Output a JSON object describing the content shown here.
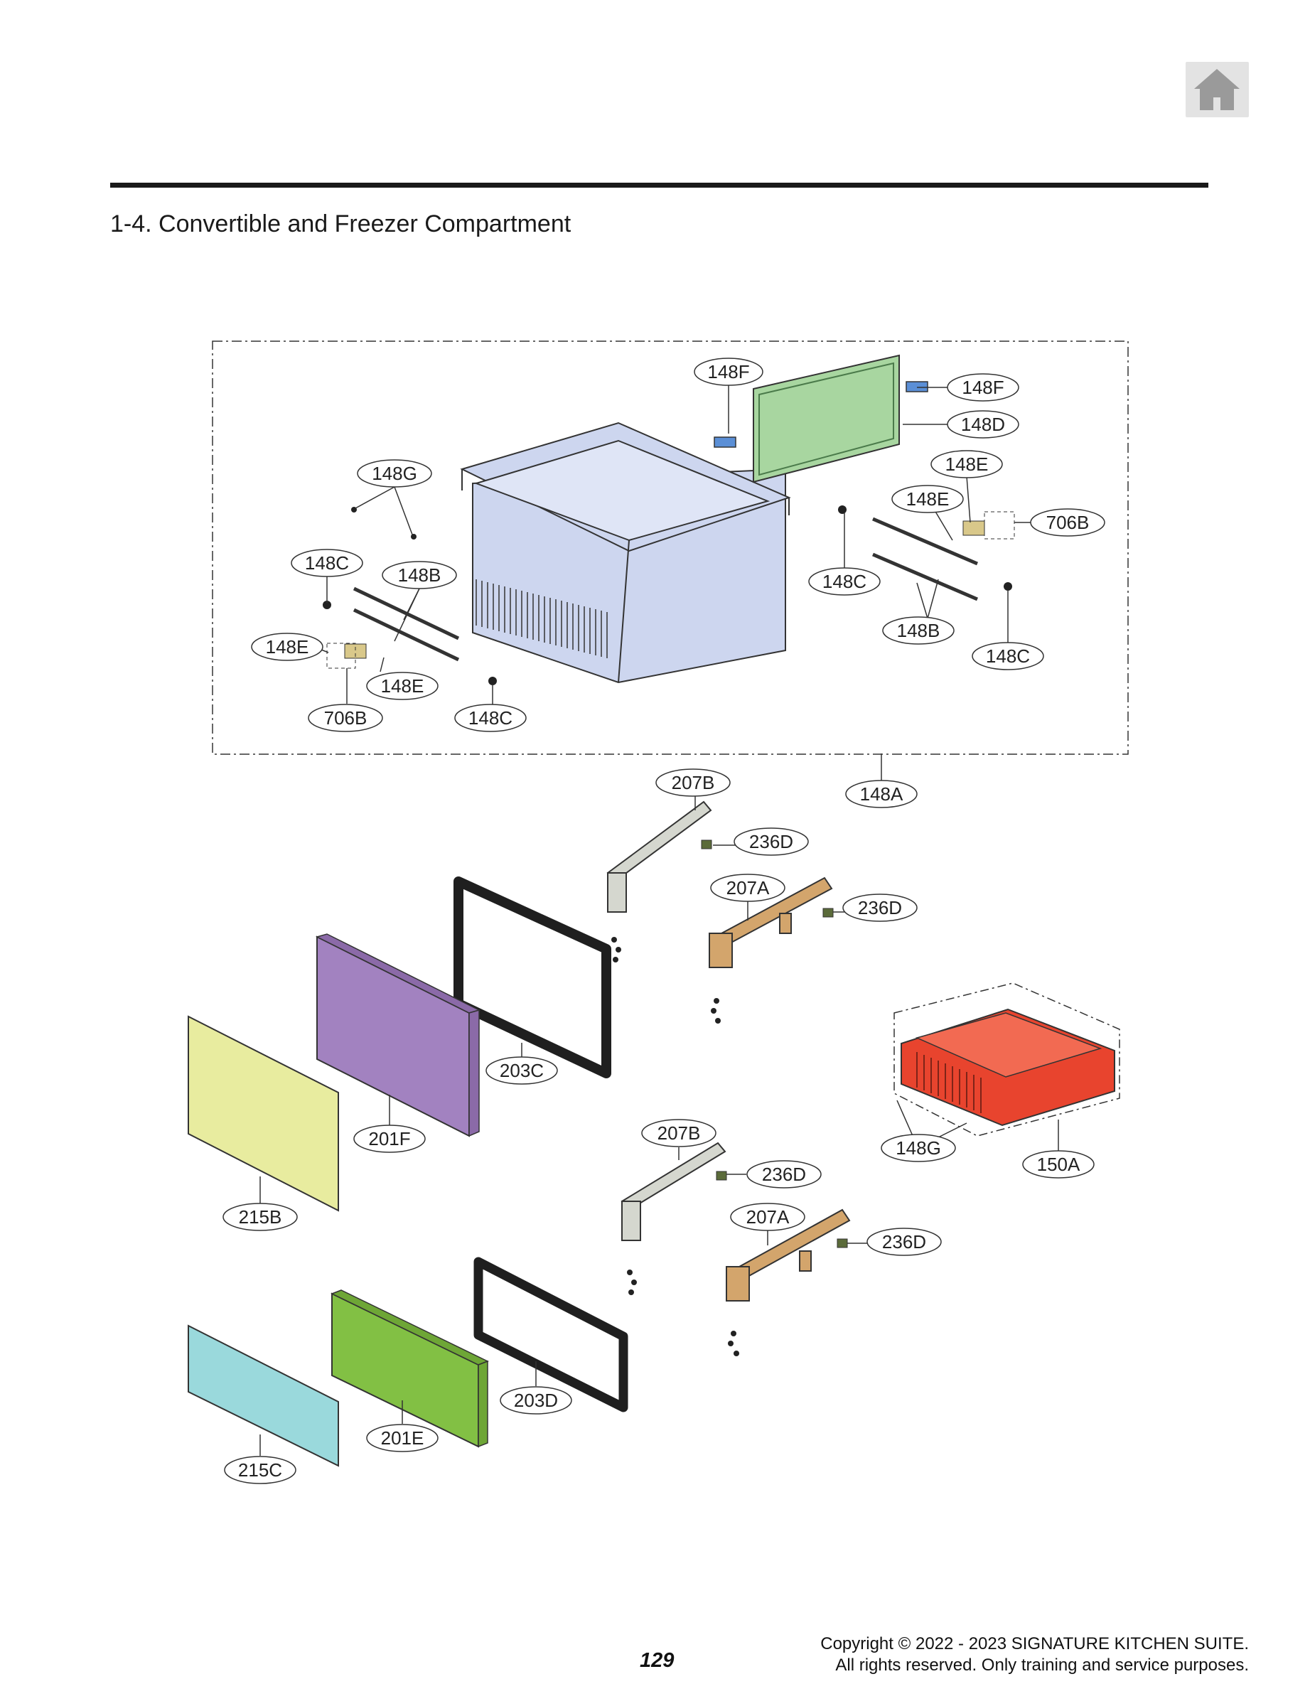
{
  "header": {
    "home_icon": "home-icon"
  },
  "section_title": "1-4. Convertible and Freezer Compartment",
  "callouts": [
    {
      "id": "c-148f-a",
      "label": "148F"
    },
    {
      "id": "c-148f-b",
      "label": "148F"
    },
    {
      "id": "c-148d",
      "label": "148D"
    },
    {
      "id": "c-148e-a",
      "label": "148E"
    },
    {
      "id": "c-148e-b",
      "label": "148E"
    },
    {
      "id": "c-706b-a",
      "label": "706B"
    },
    {
      "id": "c-148g-a",
      "label": "148G"
    },
    {
      "id": "c-148c-a",
      "label": "148C"
    },
    {
      "id": "c-148b-a",
      "label": "148B"
    },
    {
      "id": "c-148c-b",
      "label": "148C"
    },
    {
      "id": "c-148b-b",
      "label": "148B"
    },
    {
      "id": "c-148c-c",
      "label": "148C"
    },
    {
      "id": "c-148e-c",
      "label": "148E"
    },
    {
      "id": "c-148e-d",
      "label": "148E"
    },
    {
      "id": "c-706b-b",
      "label": "706B"
    },
    {
      "id": "c-148c-d",
      "label": "148C"
    },
    {
      "id": "c-207b-a",
      "label": "207B"
    },
    {
      "id": "c-148a",
      "label": "148A"
    },
    {
      "id": "c-236d-a",
      "label": "236D"
    },
    {
      "id": "c-207a-a",
      "label": "207A"
    },
    {
      "id": "c-236d-b",
      "label": "236D"
    },
    {
      "id": "c-203c",
      "label": "203C"
    },
    {
      "id": "c-201f",
      "label": "201F"
    },
    {
      "id": "c-215b",
      "label": "215B"
    },
    {
      "id": "c-148g-b",
      "label": "148G"
    },
    {
      "id": "c-150a",
      "label": "150A"
    },
    {
      "id": "c-207b-b",
      "label": "207B"
    },
    {
      "id": "c-236d-c",
      "label": "236D"
    },
    {
      "id": "c-207a-b",
      "label": "207A"
    },
    {
      "id": "c-236d-d",
      "label": "236D"
    },
    {
      "id": "c-203d",
      "label": "203D"
    },
    {
      "id": "c-201e",
      "label": "201E"
    },
    {
      "id": "c-215c",
      "label": "215C"
    }
  ],
  "colors": {
    "crisper_bin": "#cdd6ef",
    "divider_panel": "#a8d6a0",
    "drawer_bin": "#e8442e",
    "panel_201f": "#a282c0",
    "glass_215b": "#e8ec9f",
    "panel_201e": "#82c044",
    "glass_215c": "#9ad9dc",
    "rail_207a": "#d3a56c",
    "rail_207b": "#d5d7cf",
    "gasket": "#1f1f1f"
  },
  "footer": {
    "page_number": "129",
    "copyright_line1": "Copyright © 2022 - 2023 SIGNATURE KITCHEN SUITE.",
    "copyright_line2": "All rights reserved. Only training and service purposes."
  }
}
